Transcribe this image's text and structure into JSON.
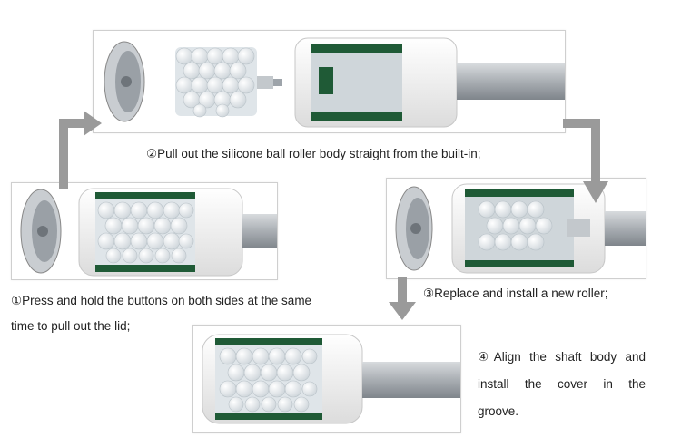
{
  "steps": [
    {
      "marker": "①",
      "lines": [
        "Press and hold the buttons on both sides at the same",
        "time to pull out the lid;"
      ]
    },
    {
      "marker": "②",
      "lines": [
        "Pull out the silicone ball roller body straight from the built-in;"
      ]
    },
    {
      "marker": "③",
      "lines": [
        "Replace and install a new roller;"
      ]
    },
    {
      "marker": "④",
      "lines": [
        "Align the shaft body and",
        "install the cover in the",
        "groove."
      ]
    }
  ],
  "colors": {
    "arrow": "#9a9a9a",
    "pcb": "#1f5a36",
    "ball": "#e9eef1",
    "housing": "#f2f2f2",
    "shaft": "#aeb3b8"
  }
}
